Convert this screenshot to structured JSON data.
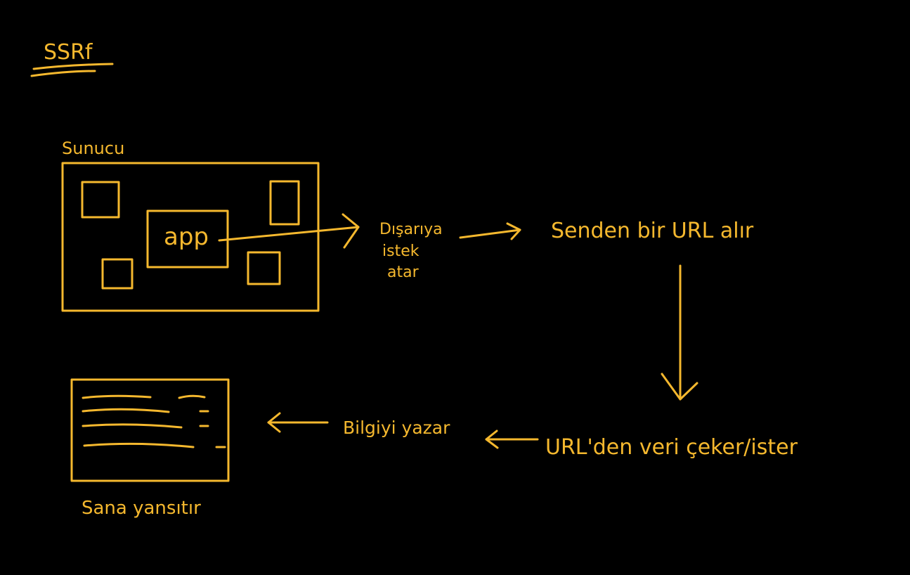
{
  "colors": {
    "background": "#000000",
    "ink": "#f5b82e"
  },
  "title": "SSRf",
  "server": {
    "label": "Sunucu",
    "app_label": "app"
  },
  "flow": {
    "outgoing_request": [
      "Dışarıya",
      "istek",
      "atar"
    ],
    "receive_url": "Senden bir URL alır",
    "fetch_data": "URL'den veri çeker/ister",
    "write_info": "Bilgiyi yazar"
  },
  "output": {
    "label": "Sana yansıtır"
  }
}
